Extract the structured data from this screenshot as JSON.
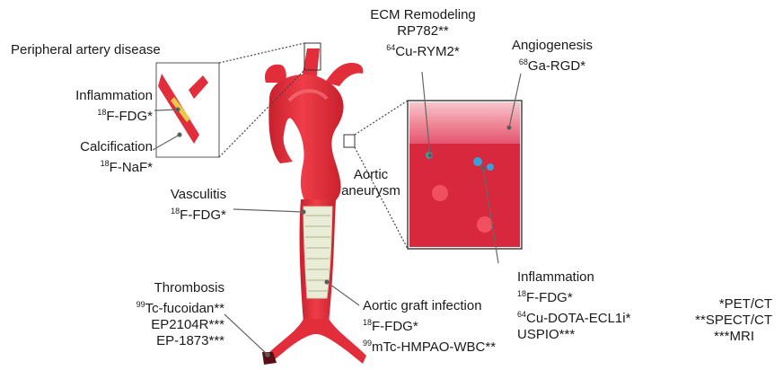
{
  "labels": {
    "pad_title": "Peripheral artery disease",
    "inflammation_left": {
      "title": "Inflammation",
      "tracer_sup": "18",
      "tracer": "F-FDG*"
    },
    "calcification": {
      "title": "Calcification",
      "tracer_sup": "18",
      "tracer": "F-NaF*"
    },
    "ecm": {
      "title": "ECM Remodeling",
      "tracer1": "RP782**",
      "tracer2_sup": "64",
      "tracer2": "Cu-RYM2*"
    },
    "angiogenesis": {
      "title": "Angiogenesis",
      "tracer_sup": "68",
      "tracer": "Ga-RGD*"
    },
    "aneurysm": {
      "line1": "Aortic",
      "line2": "aneurysm"
    },
    "vasculitis": {
      "title": "Vasculitis",
      "tracer_sup": "18",
      "tracer": "F-FDG*"
    },
    "thrombosis": {
      "title": "Thrombosis",
      "t1_sup": "99",
      "t1": "Tc-fucoidan**",
      "t2": "EP2104R***",
      "t3": "EP-1873***"
    },
    "graft": {
      "title": "Aortic graft infection",
      "t1_sup": "18",
      "t1": "F-FDG*",
      "t2_sup": "99",
      "t2": "mTc-HMPAO-WBC**"
    },
    "inflammation_right": {
      "title": "Inflammation",
      "t1_sup": "18",
      "t1": "F-FDG*",
      "t2_sup": "64",
      "t2": "Cu-DOTA-ECL1i*",
      "t3": "USPIO***"
    }
  },
  "legend": [
    "*PET/CT",
    "**SPECT/CT",
    "***MRI"
  ],
  "colors": {
    "aorta": "#e8343f",
    "aorta_dark": "#b81d2a",
    "graft": "#e9ecd7",
    "wall_pink": "#f3a7b4",
    "lumen": "#d8283d"
  }
}
